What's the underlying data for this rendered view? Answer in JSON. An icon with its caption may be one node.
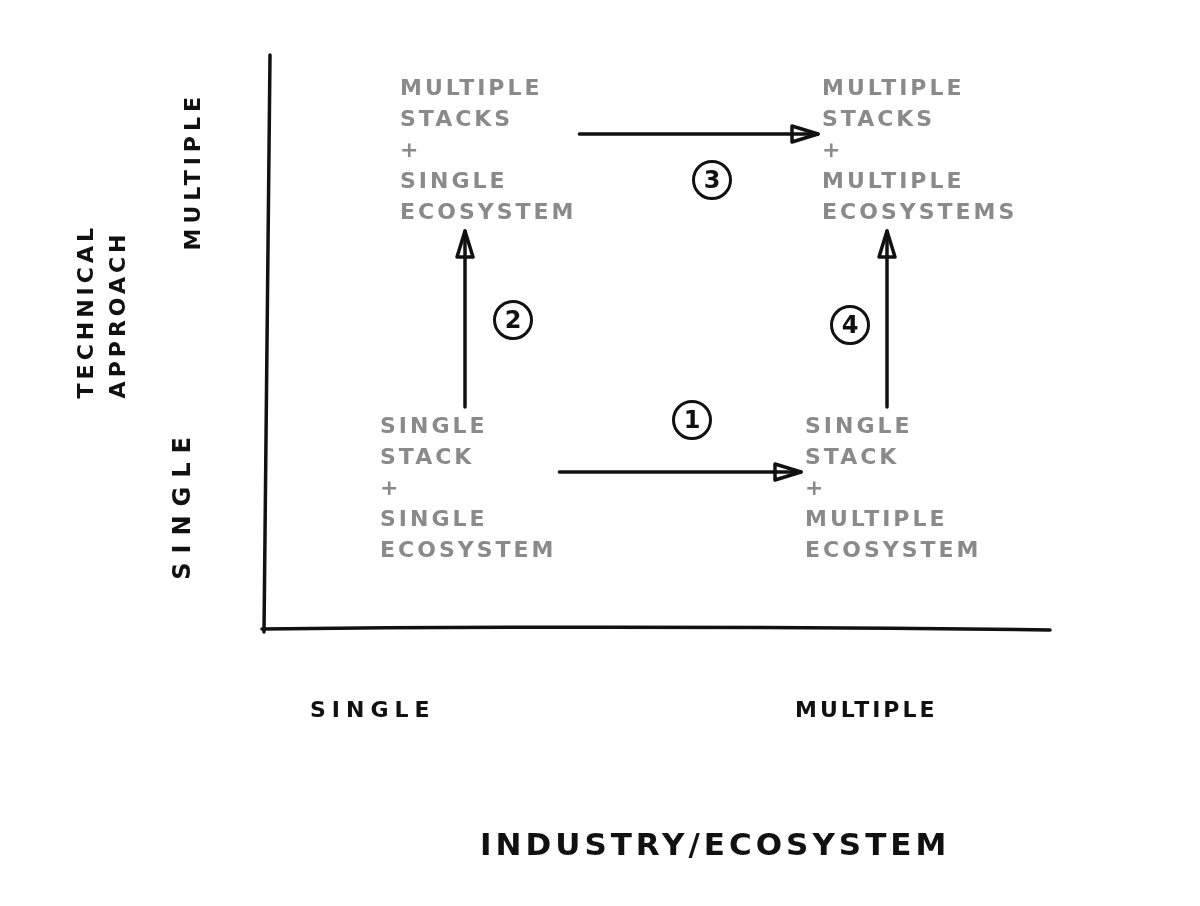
{
  "diagram": {
    "nodes": [
      {
        "text": [
          "MULTIPLE STACKS + SINGLE ECOSYSTEM"
        ]
      },
      {
        "text": [
          "MULTIPLE STACKS + MULTIPLE ECOSYSTEMS"
        ]
      },
      {
        "text": [
          "SINGLE STACK + SINGLE ECOSYSTEM"
        ]
      },
      {
        "text": [
          "SINGLE STACK + MULTIPLE ECOSYSTEM"
        ]
      }
    ],
    "edges": [
      {
        "from": 2,
        "to": 3,
        "arrow": "to",
        "label": "1"
      },
      {
        "from": 2,
        "to": 0,
        "arrow": "to",
        "label": "2"
      },
      {
        "from": 0,
        "to": 1,
        "arrow": "to",
        "label": "3"
      },
      {
        "from": 3,
        "to": 1,
        "arrow": "to",
        "label": "4"
      }
    ],
    "labels": [
      "MULTIPLE",
      "TECHNICAL APPROACH",
      "SINGLE",
      "SINGLE",
      "MULTIPLE",
      "INDUSTRY/ECOSYSTEM"
    ]
  }
}
